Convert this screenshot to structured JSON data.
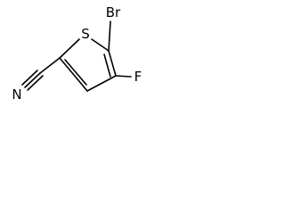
{
  "molecule": {
    "atoms": {
      "bromine": "Br",
      "sulfur": "S",
      "fluorine": "F",
      "nitrogen": "N"
    }
  }
}
